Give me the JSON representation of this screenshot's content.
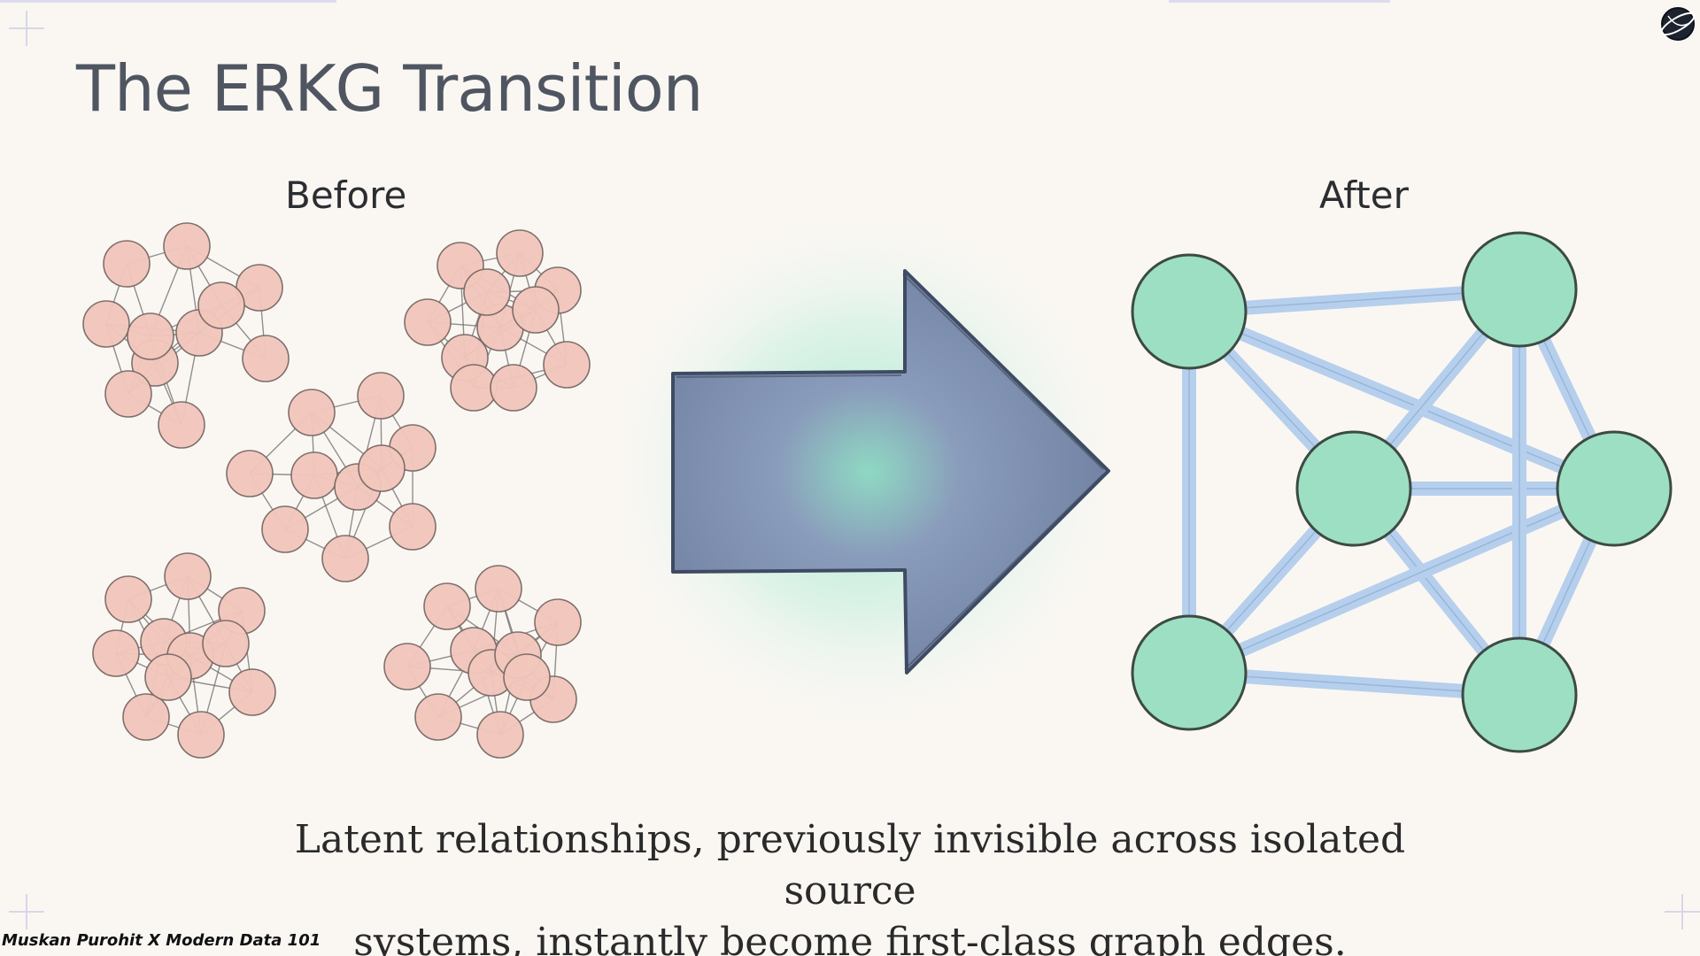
{
  "slide": {
    "title": "The ERKG Transition",
    "before_label": "Before",
    "after_label": "After",
    "caption_lines": [
      "Latent relationships, previously invisible across isolated source",
      "systems, instantly become first-class graph edges."
    ],
    "credit": "Muskan Purohit X Modern Data 101"
  },
  "icons": {
    "transition_arrow": "right-arrow-icon",
    "logo": "globe-logo-icon"
  },
  "colors": {
    "background": "#faf7f3",
    "title": "#4f5661",
    "before_node_fill": "#f2c7bc",
    "after_node_fill": "#9ddfc3",
    "after_edge": "#b6cfec",
    "arrow_fill": "#7c8cab",
    "arrow_glow": "#9fe6cc"
  },
  "diagram": {
    "before": {
      "description_state": "isolated clusters",
      "clusters": 5
    },
    "after": {
      "description_state": "connected graph",
      "nodes": 6
    }
  }
}
